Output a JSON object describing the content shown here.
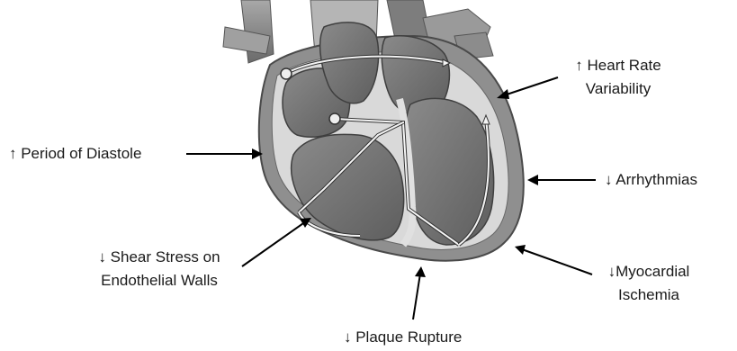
{
  "labels": {
    "heart_rate": [
      "↑ Heart Rate",
      "Variability"
    ],
    "diastole": "↑ Period of Diastole",
    "arrhythmias": "↓ Arrhythmias",
    "shear_stress": [
      "↓ Shear Stress on",
      "Endothelial Walls"
    ],
    "myocardial": [
      "↓Myocardial",
      "Ischemia"
    ],
    "plaque": "↓ Plaque Rupture"
  },
  "colors": {
    "arrow": "#000000",
    "heart_outer": "#8f8f8f",
    "heart_wall": "#d9d9d9",
    "chamber": "#6e6e6e",
    "vessel": "#7a7a7a"
  }
}
